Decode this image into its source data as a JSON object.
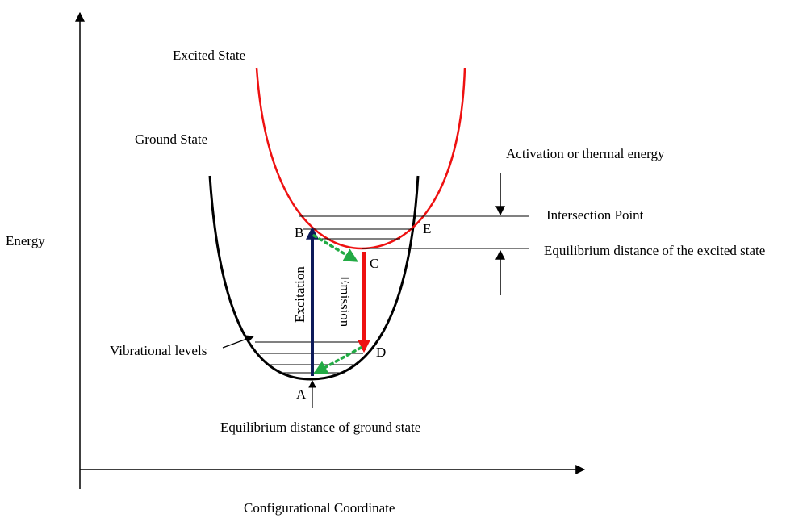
{
  "labels": {
    "excited_state": "Excited State",
    "ground_state": "Ground State",
    "activation_energy": "Activation or thermal energy",
    "intersection_point": "Intersection Point",
    "equilibrium_excited": "Equilibrium distance of the excited  state",
    "energy_axis": "Energy",
    "vibrational_levels": "Vibrational levels",
    "equilibrium_ground": "Equilibrium distance of ground state",
    "configurational_axis": "Configurational Coordinate",
    "excitation": "Excitation",
    "emission": "Emission"
  },
  "points": {
    "a": "A",
    "b": "B",
    "c": "C",
    "d": "D",
    "e": "E"
  },
  "colors": {
    "ground_curve": "#000000",
    "excited_curve": "#ee1111",
    "excitation_arrow": "#0d1a5a",
    "emission_arrow": "#ee1111",
    "relaxation_arrow": "#22aa44"
  }
}
